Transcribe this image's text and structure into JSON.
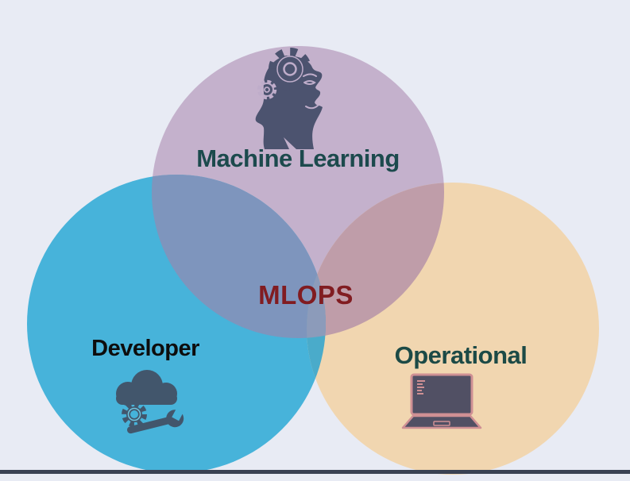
{
  "diagram": {
    "type": "venn",
    "center_label": "MLOPS",
    "sets": [
      {
        "id": "machine-learning",
        "label": "Machine Learning",
        "icon": "head-with-gears-icon",
        "color": "#c4b1cc"
      },
      {
        "id": "developer",
        "label": "Developer",
        "icon": "cloud-gear-wrench-icon",
        "color": "#47b3da"
      },
      {
        "id": "operational",
        "label": "Operational",
        "icon": "laptop-icon",
        "color": "#f1d6b0"
      }
    ],
    "overlap_colors": {
      "ml_developer": "#7e95bd",
      "ml_operational": "#bf9da9",
      "developer_operational": "#4aabca",
      "center": "#8c9bba"
    },
    "text_colors": {
      "center_label": "#811c21",
      "machine_learning_label": "#1c4a4d",
      "developer_label": "#0d0d0d",
      "operational_label": "#1c4a46"
    },
    "background": "#e8ebf4",
    "divider_color": "#3a4253",
    "icon_colors": {
      "head_icon": "#4c536f",
      "head_icon_detail": "#bfadca",
      "dev_icon": "#42566c",
      "dev_icon_hole": "#45b3da",
      "laptop_fill": "#515064",
      "laptop_outline": "#cf9094"
    }
  }
}
